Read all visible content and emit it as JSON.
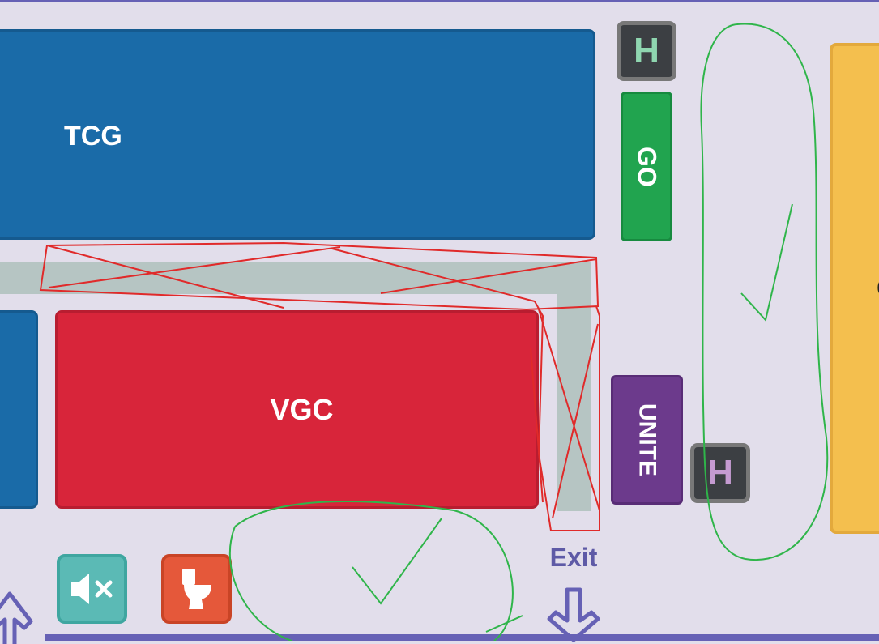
{
  "areas": {
    "tcg": {
      "label": "TCG",
      "color": "#1a6ba8"
    },
    "vgc": {
      "label": "VGC",
      "color": "#d8253a"
    },
    "go": {
      "label": "GO",
      "color": "#21a44f"
    },
    "unite": {
      "label": "UNITE",
      "color": "#6c3a8c"
    },
    "yellow_area": {
      "label": "C",
      "color": "#f4bf4e"
    }
  },
  "badges": {
    "h_top": {
      "label": "H",
      "text_color": "#8fd6b0"
    },
    "h_bottom": {
      "label": "H",
      "text_color": "#c59bd1"
    }
  },
  "icons": {
    "quiet_zone": {
      "name": "speaker-muted-icon",
      "color": "#5bbab5"
    },
    "restroom": {
      "name": "toilet-icon",
      "color": "#e5583a"
    }
  },
  "exit": {
    "label": "Exit",
    "color": "#5e5aa6"
  },
  "colors": {
    "background": "#e2deeb",
    "walkway": "#b6c5c3",
    "border_line": "#6661b5",
    "red_marks": "#e02a2a",
    "green_marks": "#2fb54a"
  }
}
